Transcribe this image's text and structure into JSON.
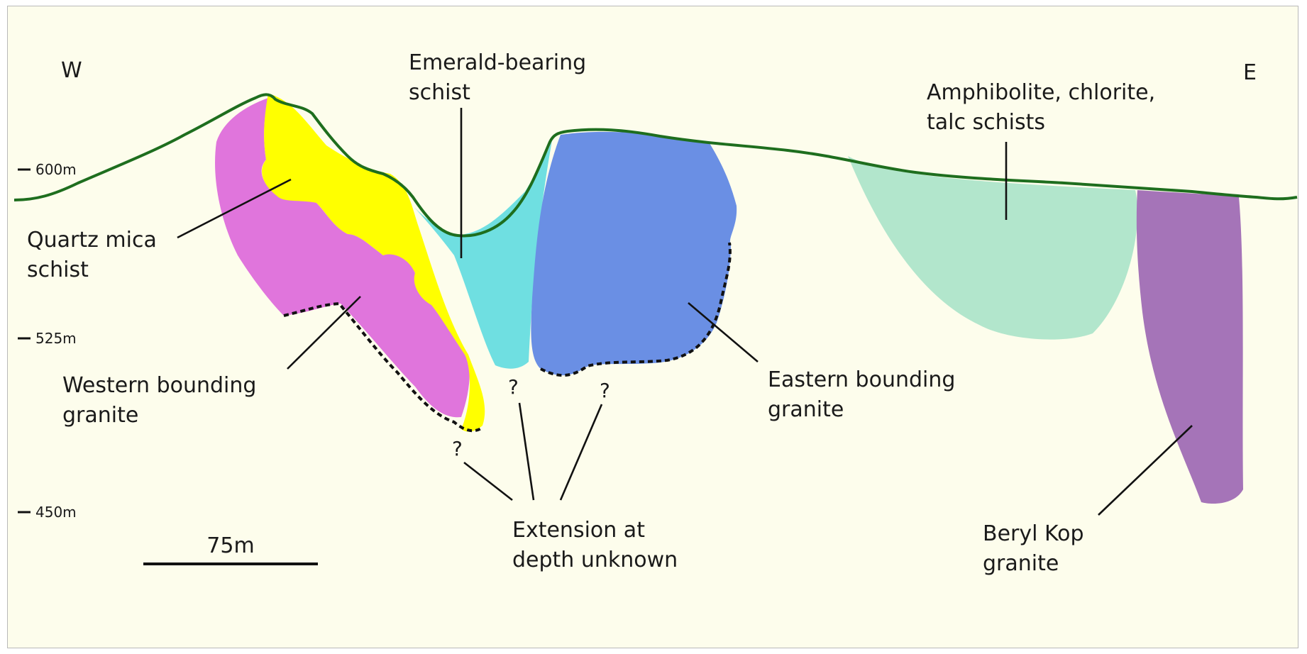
{
  "directions": {
    "west": "W",
    "east": "E"
  },
  "elevation_ticks": [
    "600m",
    "525m",
    "450m"
  ],
  "scale_bar": {
    "label": "75m"
  },
  "units": {
    "emerald_schist": {
      "line1": "Emerald-bearing",
      "line2": "schist",
      "color": "#6fdfe1"
    },
    "amphibolite": {
      "line1": "Amphibolite, chlorite,",
      "line2": "talc schists",
      "color": "#b2e6cc"
    },
    "quartz_mica": {
      "line1": "Quartz mica",
      "line2": "schist",
      "color": "#ffff00"
    },
    "western_granite": {
      "line1": "Western bounding",
      "line2": "granite",
      "color": "#e075dc"
    },
    "eastern_granite": {
      "line1": "Eastern bounding",
      "line2": "granite",
      "color": "#6a8fe4"
    },
    "beryl_kop": {
      "line1": "Beryl Kop",
      "line2": "granite",
      "color": "#a574b8"
    }
  },
  "unknown_extension": {
    "line1": "Extension at",
    "line2": "depth unknown",
    "marker": "?"
  },
  "surface_color": "#1e6e1e"
}
